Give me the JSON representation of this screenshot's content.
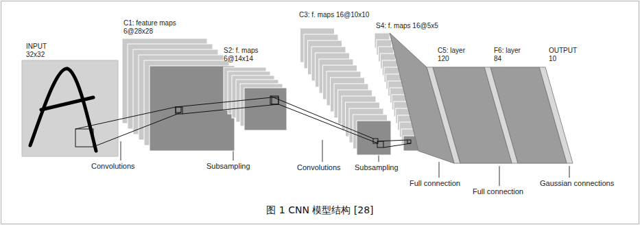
{
  "diagram": {
    "caption": "图 1 CNN 模型结构 [28]",
    "nodes": [
      {
        "text": [
          "INPUT 32x32"
        ]
      },
      {
        "text": [
          "C1: feature maps 6@28x28"
        ]
      },
      {
        "text": [
          "S2: f. maps 6@14x14"
        ]
      },
      {
        "text": [
          "C3: f. maps 16@10x10"
        ]
      },
      {
        "text": [
          "S4: f. maps 16@5x5"
        ]
      },
      {
        "text": [
          "C5: layer 120"
        ]
      },
      {
        "text": [
          "F6: layer 84"
        ]
      },
      {
        "text": [
          "OUTPUT 10"
        ]
      }
    ],
    "edges": [
      {
        "from": 0,
        "to": 1,
        "arrow": "none"
      },
      {
        "from": 1,
        "to": 2,
        "arrow": "none"
      },
      {
        "from": 2,
        "to": 3,
        "arrow": "none"
      },
      {
        "from": 3,
        "to": 4,
        "arrow": "none"
      },
      {
        "from": 4,
        "to": 5,
        "arrow": "none"
      },
      {
        "from": 5,
        "to": 6,
        "arrow": "none"
      },
      {
        "from": 6,
        "to": 7,
        "arrow": "none"
      }
    ],
    "labels": [
      "Convolutions",
      "Subsampling",
      "Convolutions",
      "Subsampling",
      "Full connection",
      "Full connection",
      "Gaussian connections"
    ]
  }
}
